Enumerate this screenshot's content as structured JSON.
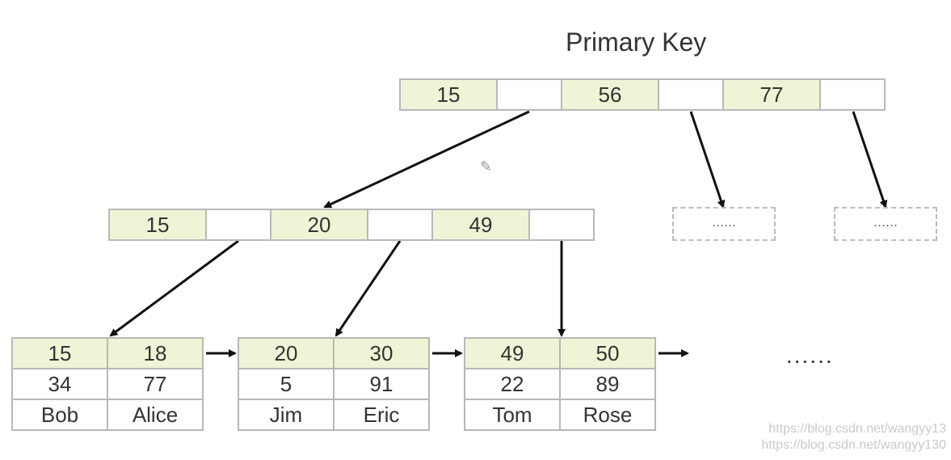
{
  "title": "Primary Key",
  "root": {
    "cells": [
      "15",
      "",
      "56",
      "",
      "77",
      ""
    ]
  },
  "internal": {
    "cells": [
      "15",
      "",
      "20",
      "",
      "49",
      ""
    ]
  },
  "placeholders": [
    "......",
    "......"
  ],
  "leaves": [
    {
      "keys": [
        "15",
        "18"
      ],
      "values": [
        "34",
        "77"
      ],
      "names": [
        "Bob",
        "Alice"
      ]
    },
    {
      "keys": [
        "20",
        "30"
      ],
      "values": [
        "5",
        "91"
      ],
      "names": [
        "Jim",
        "Eric"
      ]
    },
    {
      "keys": [
        "49",
        "50"
      ],
      "values": [
        "22",
        "89"
      ],
      "names": [
        "Tom",
        "Rose"
      ]
    }
  ],
  "ellipsis": "......",
  "watermark": [
    "https://blog.csdn.net/wangyy13",
    "https://blog.csdn.net/wangyy130"
  ],
  "icons": {
    "pencil": "pencil-icon"
  },
  "colors": {
    "key_fill": "#eef5d6",
    "border": "#b8b8b8",
    "arrow": "#111111"
  }
}
